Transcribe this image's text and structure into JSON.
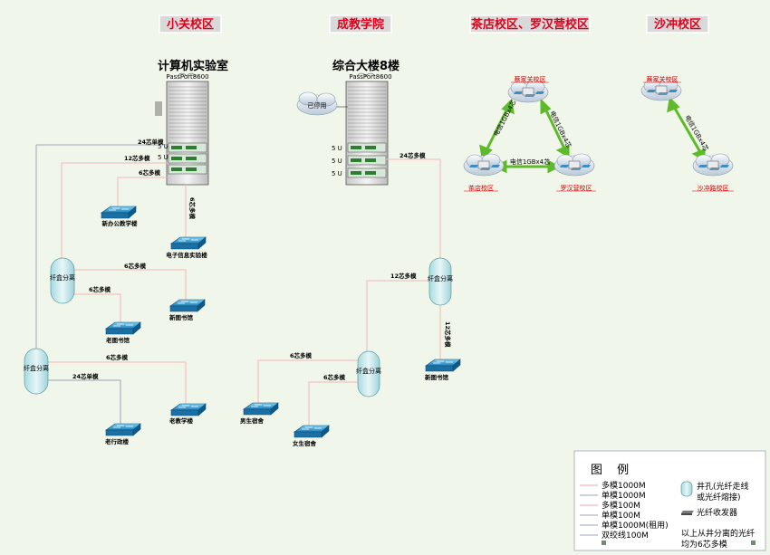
{
  "headers": {
    "xiaoguan": "小关校区",
    "chengjiao": "成教学院",
    "chadian": "茶店校区、罗汉营校区",
    "shachong": "沙冲校区"
  },
  "titles": {
    "lab": "计算机实验室",
    "lab_model": "PassPort8600",
    "zonghe": "综合大楼8楼",
    "zonghe_model": "PassPort8600",
    "stopped": "已停用"
  },
  "rack_units": [
    "5 U",
    "5 U",
    "5 U"
  ],
  "links": {
    "l24_dan": "24芯单模",
    "l12_duo_top": "12芯多模",
    "l6_duo_top": "6芯多模",
    "l24_duo_right": "24芯多模",
    "l6_duo_mid": "6芯多模",
    "l6_duo_low": "6芯多模",
    "l6_duo_xg": "6芯多模",
    "l24_dan_low": "24芯单模",
    "l12_duo_cj": "12芯多模",
    "l6_duo_cj1": "6芯多模",
    "l6_duo_cj2": "6芯多模",
    "l6_duo_vert": "6芯多模",
    "l12_duo_vert": "12芯多模"
  },
  "splitters": {
    "s1": "纤盒分离",
    "s2": "纤盒分离",
    "s3": "纤盒分离",
    "s4": "纤盒分离"
  },
  "switches": {
    "xinban": "新办公教学楼",
    "dianzi": "电子信息实验楼",
    "xintushu": "新图书馆",
    "laotushu": "老图书馆",
    "laojiaoxue": "老教学楼",
    "laoxingzheng": "老行政楼",
    "nansheng": "男生宿舍",
    "nvsheng": "女生宿舍",
    "xintushu_cj": "新图书馆"
  },
  "wan": {
    "caijia1": "蔡家关校区",
    "chadian": "茶店校区",
    "luohanying": "罗汉营校区",
    "caijia2": "蔡家关校区",
    "shachong": "沙冲路校区",
    "link_left": "电信1GBx4芯",
    "link_right": "电信1GBx4芯",
    "link_bottom": "电信1GBx4芯",
    "link_shachong": "电信1GBx4芯"
  },
  "legend": {
    "title": "图 例",
    "items": [
      {
        "label": "多模1000M",
        "color": "#f4a8a8"
      },
      {
        "label": "单模1000M",
        "color": "#9aa3b5"
      },
      {
        "label": "多模100M",
        "color": "#f4a8a8"
      },
      {
        "label": "单模100M",
        "color": "#9aa3b5"
      },
      {
        "label": "单模1000M(租用)",
        "color": "#9aa3b5"
      },
      {
        "label": "双绞线100M",
        "color": "#9aa3b5"
      }
    ],
    "well": "井孔(光纤走线或光纤熔接)",
    "well_l1": "井孔(光纤走线",
    "well_l2": "或光纤熔接)",
    "transceiver": "光纤收发器",
    "note_l1": "以上从井分离的光纤",
    "note_l2": "均为6芯多模"
  }
}
